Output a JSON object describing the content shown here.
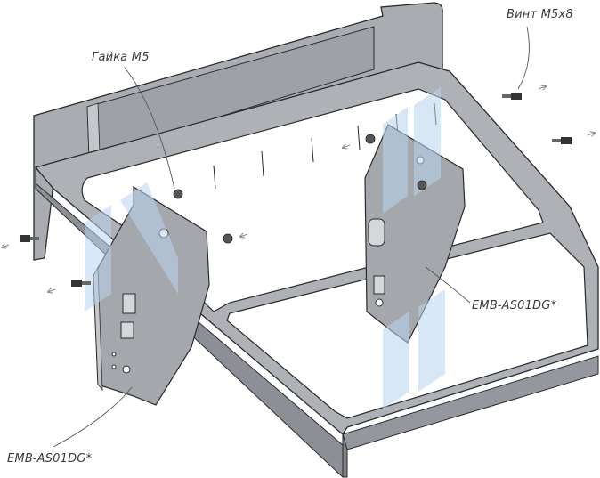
{
  "labels": {
    "screw": "Винт М5х8",
    "nut": "Гайка М5",
    "bracket_right": "EMB-AS01DG*",
    "bracket_left": "EMB-AS01DG*"
  },
  "colors": {
    "frame_fill": "#a9acb1",
    "frame_light": "#c4c7cb",
    "frame_dark": "#8c9096",
    "outline": "#2a2a2a",
    "watermark": "#b9d4ee"
  },
  "icons": [
    "screw-icon",
    "nut-icon",
    "arrow-icon",
    "watermark-logo"
  ]
}
